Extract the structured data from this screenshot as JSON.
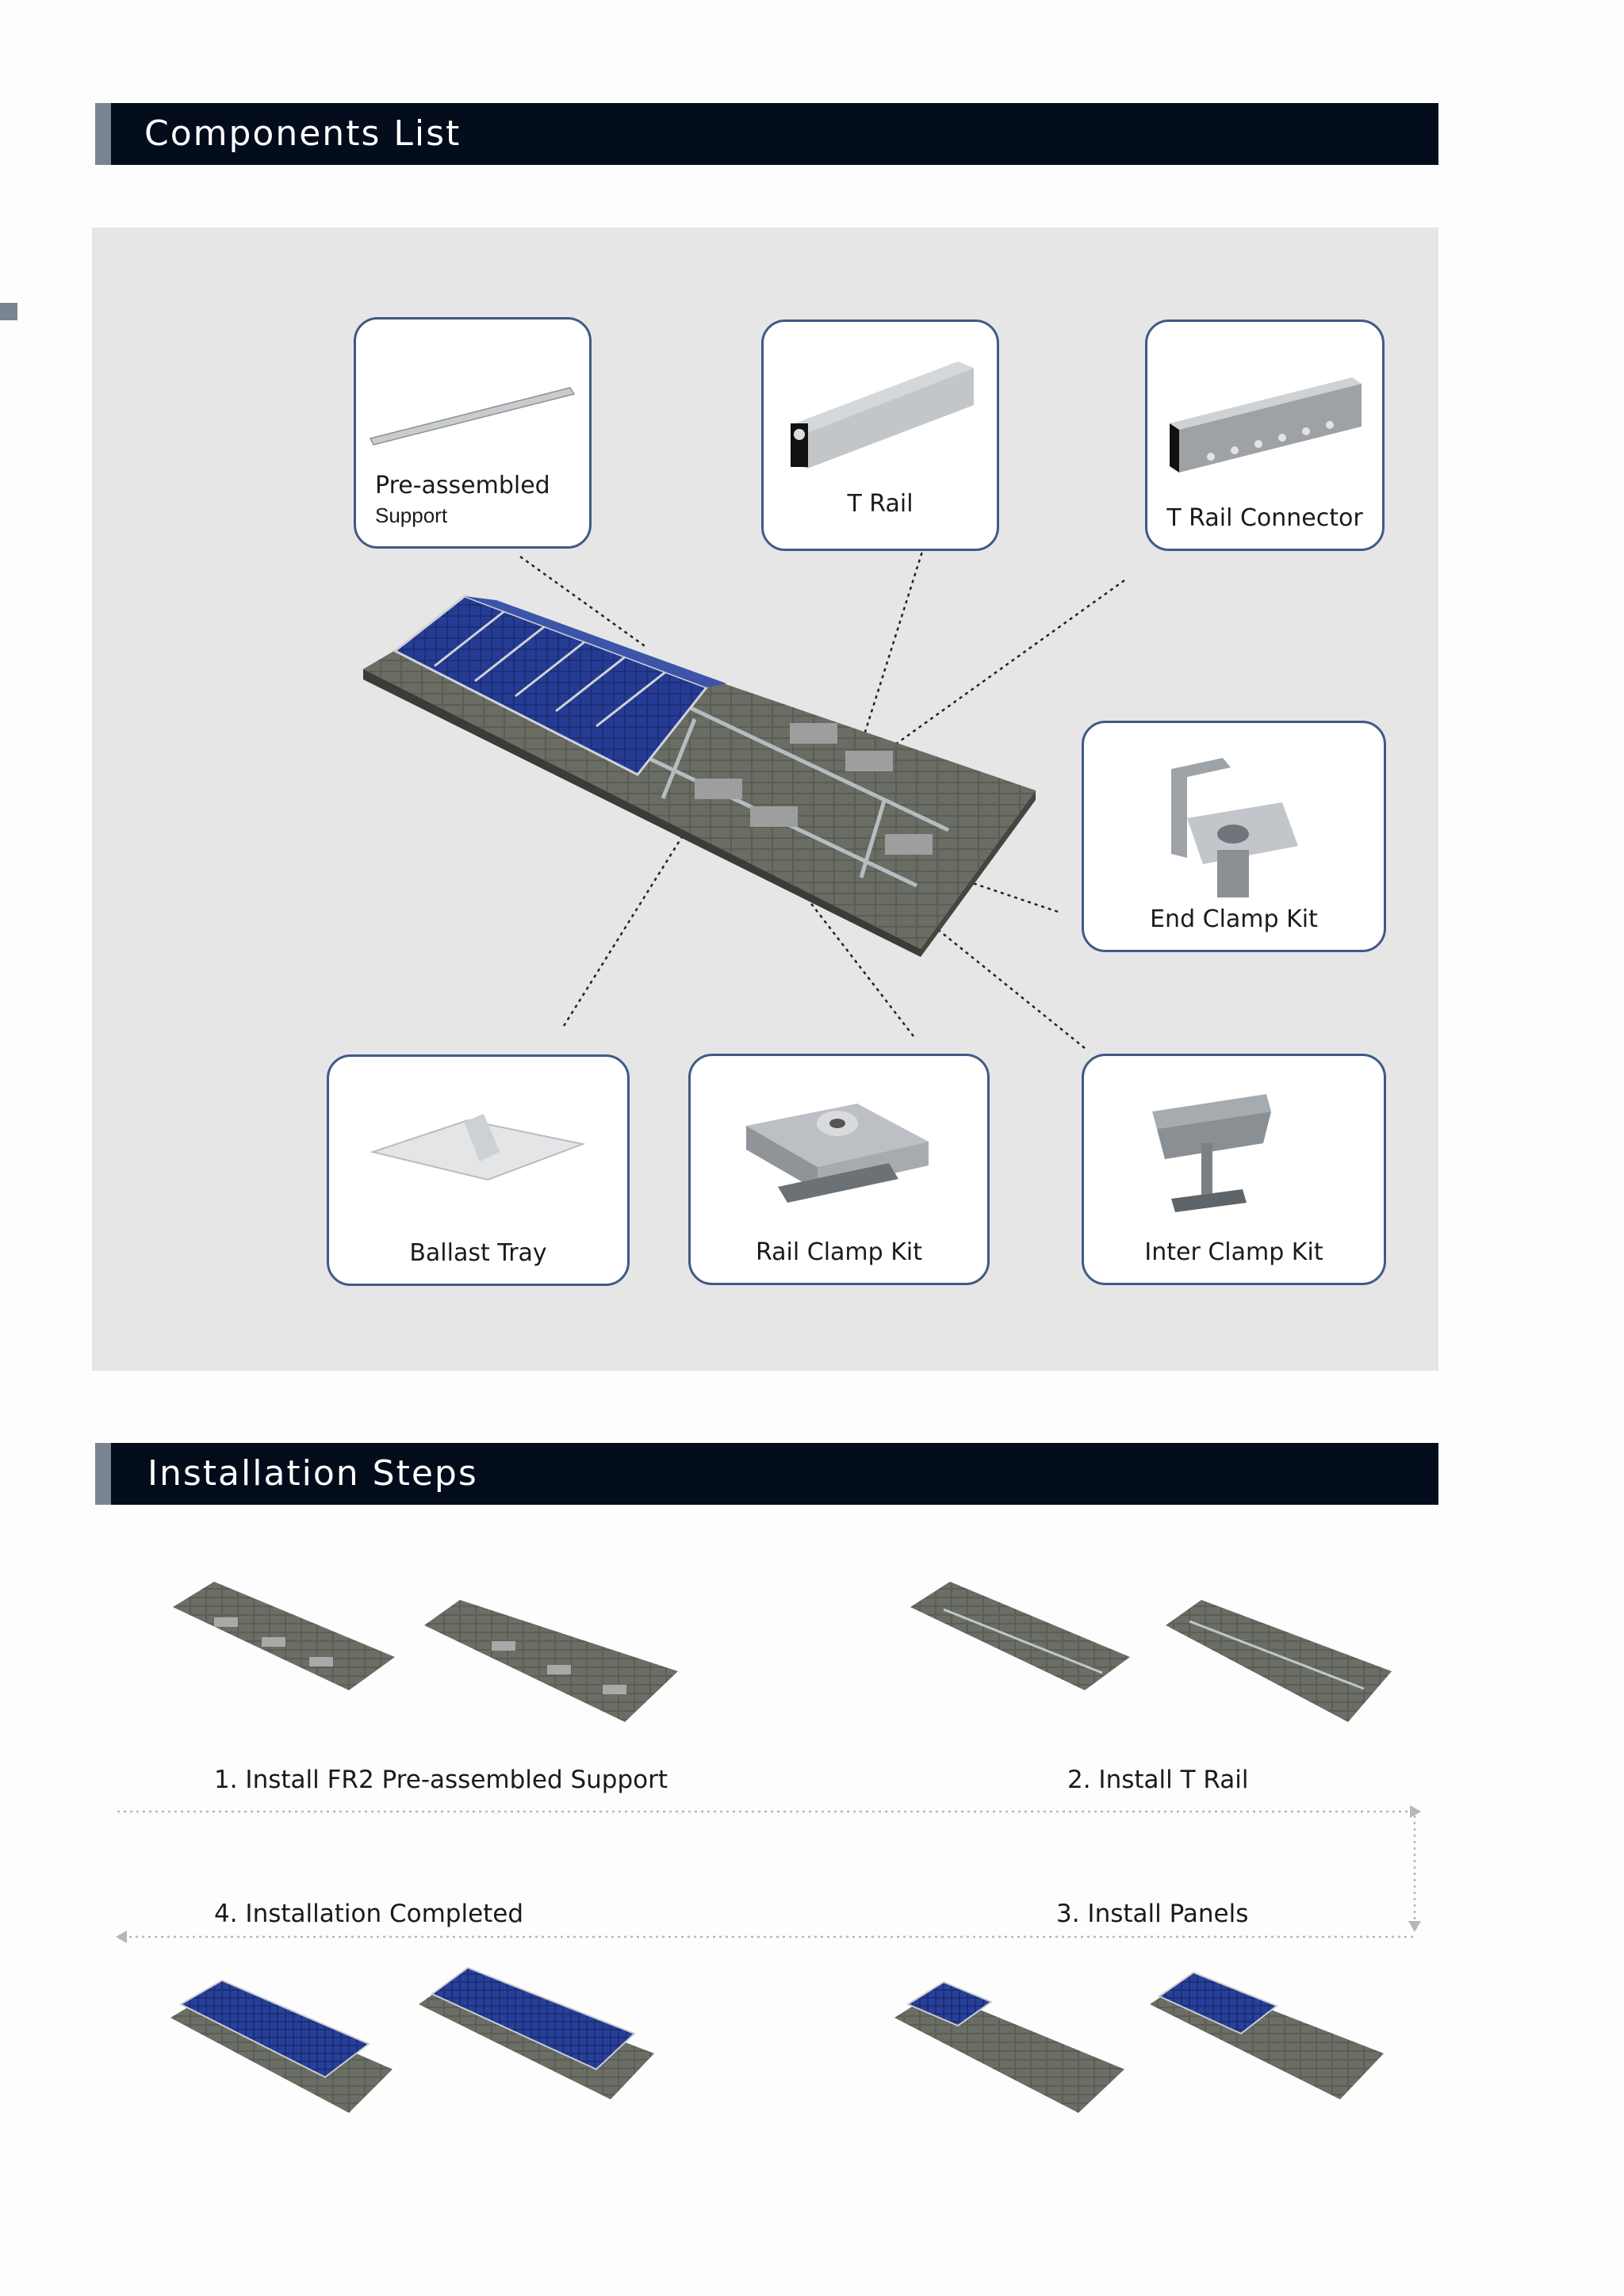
{
  "components_section": {
    "title": "Components List"
  },
  "components": {
    "pre_assembled": {
      "label": "Pre-assembled",
      "sub": "Support"
    },
    "t_rail": {
      "label": "T Rail"
    },
    "t_rail_connector": {
      "label": "T Rail Connector"
    },
    "end_clamp": {
      "label": "End Clamp Kit"
    },
    "ballast_tray": {
      "label": "Ballast Tray"
    },
    "rail_clamp": {
      "label": "Rail Clamp Kit"
    },
    "inter_clamp": {
      "label": "Inter Clamp Kit"
    }
  },
  "installation_section": {
    "title": "Installation Steps"
  },
  "steps": [
    {
      "label": "1. Install FR2 Pre-assembled Support"
    },
    {
      "label": "2. Install T Rail"
    },
    {
      "label": "3. Install Panels"
    },
    {
      "label": "4. Installation Completed"
    }
  ],
  "colors": {
    "header_bg": "#020c1b",
    "accent": "#7a8591",
    "panel_bg": "#e6e6e7",
    "box_border": "#3f5a86",
    "solar_blue": "#1d2f7a"
  }
}
